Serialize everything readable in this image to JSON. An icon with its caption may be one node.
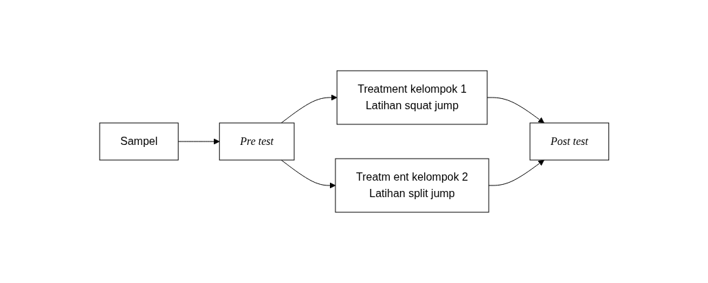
{
  "diagram": {
    "nodes": [
      {
        "text": [
          "Sampel"
        ]
      },
      {
        "text": [
          "Pre test"
        ]
      },
      {
        "text": [
          "Treatment kelompok 1",
          "Latihan squat jump"
        ]
      },
      {
        "text": [
          "Treatm ent kelompok 2",
          "Latihan split jump"
        ]
      },
      {
        "text": [
          "Post test"
        ]
      }
    ],
    "edges": [
      {
        "from": 0,
        "to": 1,
        "arrow": "to"
      },
      {
        "from": 1,
        "to": 2,
        "arrow": "to"
      },
      {
        "from": 1,
        "to": 3,
        "arrow": "to"
      },
      {
        "from": 2,
        "to": 4,
        "arrow": "to"
      },
      {
        "from": 3,
        "to": 4,
        "arrow": "to"
      }
    ]
  }
}
